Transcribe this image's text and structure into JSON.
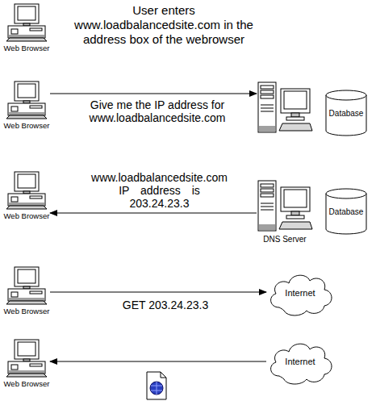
{
  "diagram": {
    "nodes": [
      {
        "text": [
          "Web Browser"
        ]
      },
      {
        "text": [
          "Web Browser"
        ]
      },
      {
        "text": []
      },
      {
        "text": [
          "Database"
        ]
      },
      {
        "text": [
          "Web Browser"
        ]
      },
      {
        "text": [
          "DNS Server"
        ]
      },
      {
        "text": [
          "Database"
        ]
      },
      {
        "text": [
          "Web Browser"
        ]
      },
      {
        "text": [
          "Internet"
        ]
      },
      {
        "text": [
          "Web Browser"
        ]
      },
      {
        "text": [
          "Internet"
        ]
      }
    ],
    "edges": [
      {
        "from": 1,
        "to": 2,
        "arrow": "to",
        "label": "Give me the IP address for www.loadbalancedsite.com"
      },
      {
        "from": 5,
        "to": 4,
        "arrow": "to",
        "label": "www.loadbalancedsite.com IP address is 203.24.23.3"
      },
      {
        "from": 7,
        "to": 8,
        "arrow": "to",
        "label": "GET 203.24.23.3"
      },
      {
        "from": 10,
        "to": 9,
        "arrow": "to"
      }
    ],
    "labels": [
      "User enters www.loadbalancedsite.com in the address box of the webrowser"
    ]
  }
}
